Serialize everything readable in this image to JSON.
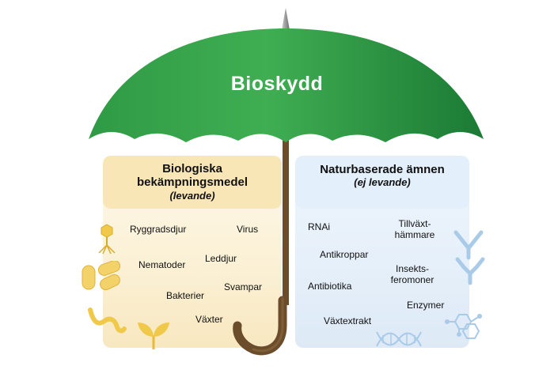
{
  "title": "Bioskydd",
  "left_panel": {
    "title_line1": "Biologiska",
    "title_line2": "bekämpningsmedel",
    "subtitle": "(levande)",
    "items": [
      "Ryggradsdjur",
      "Virus",
      "Nematoder",
      "Leddjur",
      "Svampar",
      "Bakterier",
      "Växter"
    ]
  },
  "right_panel": {
    "title": "Naturbaserade ämnen",
    "subtitle": "(ej levande)",
    "items": [
      "RNAi",
      "Tillväxt-",
      "hämmare",
      "Antikroppar",
      "Insekts-",
      "feromoner",
      "Antibiotika",
      "Enzymer",
      "Växtextrakt"
    ]
  },
  "colors": {
    "canopy_light": "#3fae52",
    "canopy_dark": "#1b7a34",
    "handle": "#6b4d2c",
    "left_panel": "#f9e6b6",
    "right_panel": "#e3effb",
    "left_icons": "#f0c94a",
    "right_icons": "#a9cbe8"
  }
}
